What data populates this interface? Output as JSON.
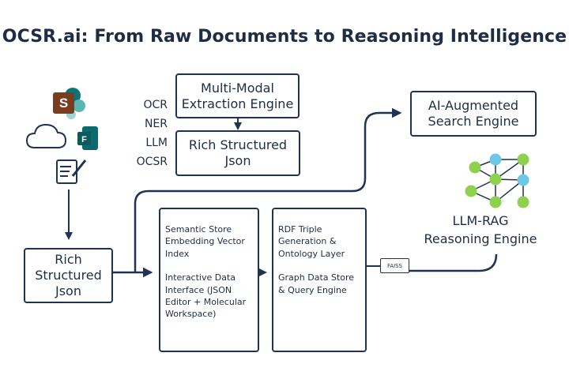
{
  "title": "OCSR.ai: From Raw Documents to Reasoning Intelligence",
  "boxes": {
    "multimodal": [
      "Multi-Modal",
      "Extraction Engine"
    ],
    "rich_top": [
      "Rich Structured",
      "Json"
    ],
    "rich_left": [
      "Rich",
      "Structured",
      "Json"
    ],
    "search": [
      "AI-Augmented",
      "Search Engine"
    ],
    "semantic": {
      "para1": [
        "Semantic Store",
        "Embedding Vector",
        "Index"
      ],
      "para2": [
        "Interactive Data",
        "Interface (JSON",
        "Editor + Molecular",
        "Workspace)"
      ]
    },
    "rdf": {
      "para1": [
        "RDF Triple",
        "Generation &",
        "Ontology Layer"
      ],
      "para2": [
        "Graph Data Store",
        "& Query Engine"
      ]
    },
    "faiss": "FAISS"
  },
  "side_labels": [
    "OCR",
    "NER",
    "LLM",
    "OCSR"
  ],
  "llm_rag": [
    "LLM-RAG",
    "Reasoning Engine"
  ],
  "colors": {
    "navy": "#1f3354",
    "node_green": "#8ed14e",
    "node_blue": "#6ec7e4",
    "sharepoint": "#0d7377",
    "forms": "#0b6a6e"
  },
  "icons": [
    "sharepoint-icon",
    "cloud-icon",
    "forms-icon",
    "document-edit-icon",
    "knowledge-graph-icon"
  ]
}
